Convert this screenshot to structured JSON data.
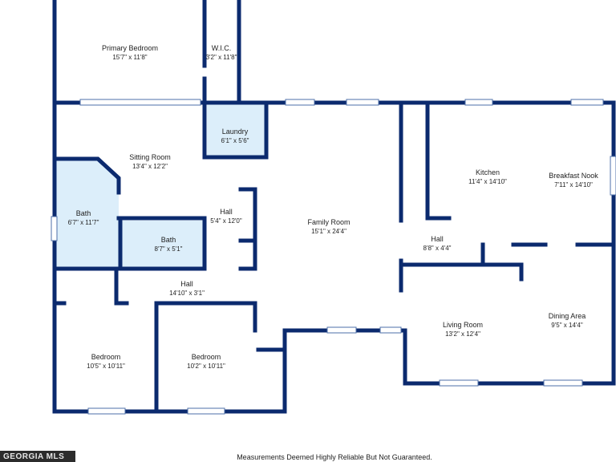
{
  "rooms": {
    "primary_bedroom": {
      "name": "Primary Bedroom",
      "dim": "15'7\" x 11'8\""
    },
    "wic": {
      "name": "W.I.C.",
      "dim": "3'2\" x 11'8\""
    },
    "laundry": {
      "name": "Laundry",
      "dim": "6'1\" x 5'6\""
    },
    "sitting_room": {
      "name": "Sitting Room",
      "dim": "13'4\" x 12'2\""
    },
    "bath_a": {
      "name": "Bath",
      "dim": "6'7\" x 11'7\""
    },
    "bath_b": {
      "name": "Bath",
      "dim": "8'7\" x 5'1\""
    },
    "hall_upper": {
      "name": "Hall",
      "dim": "5'4\" x 12'0\""
    },
    "hall_lower": {
      "name": "Hall",
      "dim": "14'10\" x 3'1\""
    },
    "family_room": {
      "name": "Family Room",
      "dim": "15'1\" x 24'4\""
    },
    "kitchen": {
      "name": "Kitchen",
      "dim": "11'4\" x 14'10\""
    },
    "breakfast_nook": {
      "name": "Breakfast Nook",
      "dim": "7'11\" x 14'10\""
    },
    "hall_right": {
      "name": "Hall",
      "dim": "8'8\" x 4'4\""
    },
    "living_room": {
      "name": "Living Room",
      "dim": "13'2\" x 12'4\""
    },
    "dining_area": {
      "name": "Dining Area",
      "dim": "9'5\" x 14'4\""
    },
    "bedroom_left": {
      "name": "Bedroom",
      "dim": "10'5\" x 10'11\""
    },
    "bedroom_right": {
      "name": "Bedroom",
      "dim": "10'2\" x 10'11\""
    }
  },
  "footer": {
    "note": "Measurements Deemed Highly Reliable But Not Guaranteed."
  },
  "logo": {
    "text": "GEORGIA MLS"
  },
  "colors": {
    "wall": "#0b2a6e",
    "bath_fill": "#dceefa",
    "background": "#ffffff"
  }
}
